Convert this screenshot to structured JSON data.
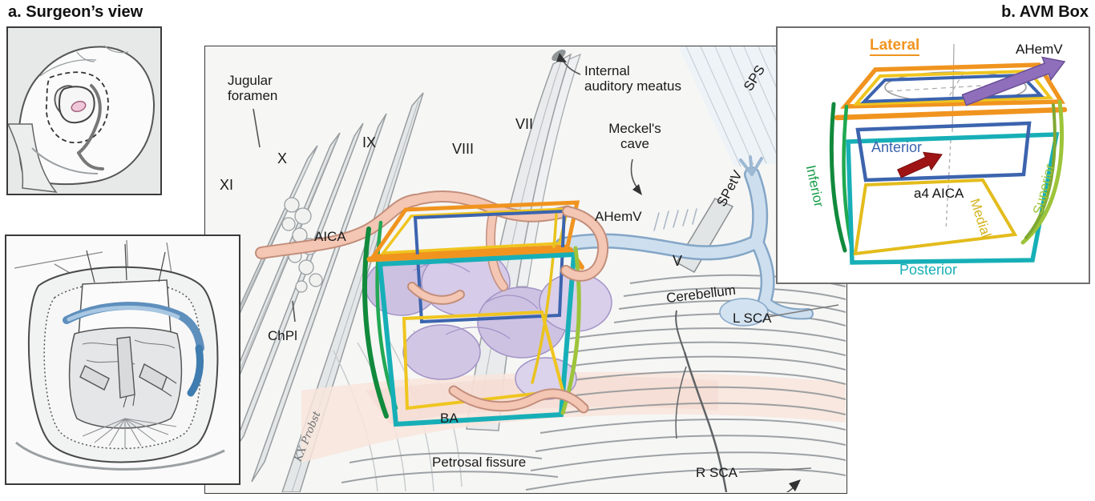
{
  "figure": {
    "panel_a_title": "a. Surgeon’s view",
    "panel_b_title": "b. AVM Box",
    "signature": "KX Probst"
  },
  "main_illustration": {
    "labels": {
      "jugular_foramen": "Jugular\nforamen",
      "cn_xi": "XI",
      "cn_x": "X",
      "cn_ix": "IX",
      "cn_viii": "VIII",
      "cn_vii": "VII",
      "internal_auditory_meatus": "Internal\nauditory meatus",
      "meckels_cave": "Meckel's\ncave",
      "sps": "SPS",
      "spetv": "SPetV",
      "ahemv": "AHemV",
      "cn_v": "V",
      "aica": "AICA",
      "chpl": "ChPl",
      "cerebellum": "Cerebellum",
      "l_sca": "L SCA",
      "ba": "BA",
      "petrosal_fissure": "Petrosal fissure",
      "r_sca": "R SCA"
    }
  },
  "avm_box": {
    "labels": {
      "lateral": "Lateral",
      "ahemv": "AHemV",
      "anterior": "Anterior",
      "inferior": "Inferior",
      "a4_aica": "a4 AICA",
      "medial": "Medial",
      "superior": "Superior",
      "posterior": "Posterior"
    },
    "colors": {
      "lateral_orange": "#F0941F",
      "medial_yellow": "#E3BC1C",
      "anterior_blue": "#3C64AE",
      "posterior_teal": "#17AFB7",
      "inferior_green": "#169C46",
      "superior_yellow_green": "#9DC43A",
      "ahemv_arrow_purple": "#8F6FBC",
      "a4_aica_arrow_red": "#9E1414"
    }
  }
}
